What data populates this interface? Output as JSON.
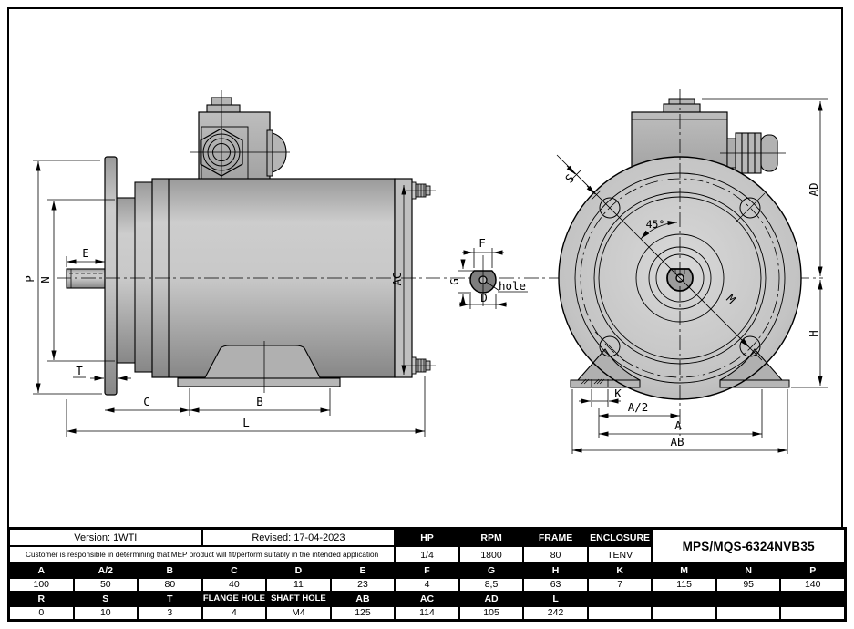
{
  "drawing": {
    "labels": {
      "p": "P",
      "n": "N",
      "e": "E",
      "t": "T",
      "c": "C",
      "b": "B",
      "l": "L",
      "ac": "AC",
      "f": "F",
      "g": "G",
      "d": "D",
      "hole": "hole",
      "s": "S",
      "angle": "45°",
      "m": "M",
      "ad": "AD",
      "h": "H",
      "k": "K",
      "a_half": "A/2",
      "a": "A",
      "ab": "AB"
    }
  },
  "title_block": {
    "version": "Version: 1WTI",
    "revised": "Revised: 17-04-2023",
    "disclaimer": "Customer is responsible in determining that MEP product will fit/perform suitably in the intended application",
    "model": "MPS/MQS-6324NVB35",
    "spec_headers": [
      "HP",
      "RPM",
      "FRAME",
      "ENCLOSURE"
    ],
    "spec_values": [
      "1/4",
      "1800",
      "80",
      "TENV"
    ]
  },
  "dim_table": {
    "row1_headers": [
      "A",
      "A/2",
      "B",
      "C",
      "D",
      "E",
      "F",
      "G",
      "H",
      "K",
      "M",
      "N",
      "P"
    ],
    "row1_values": [
      "100",
      "50",
      "80",
      "40",
      "11",
      "23",
      "4",
      "8,5",
      "63",
      "7",
      "115",
      "95",
      "140"
    ],
    "row2_headers": [
      "R",
      "S",
      "T",
      "FLANGE HOLE",
      "SHAFT HOLE",
      "AB",
      "AC",
      "AD",
      "L",
      "",
      "",
      "",
      ""
    ],
    "row2_values": [
      "0",
      "10",
      "3",
      "4",
      "M4",
      "125",
      "114",
      "105",
      "242",
      "",
      "",
      "",
      ""
    ]
  },
  "colors": {
    "line": "#000000",
    "body_light": "#d4d4d4",
    "body_dark": "#8e8e8e",
    "header_bg": "#000000",
    "header_text": "#ffffff"
  }
}
